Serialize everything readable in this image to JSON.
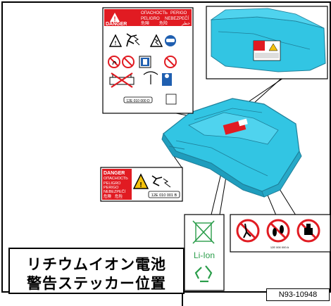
{
  "figure": {
    "reference_code": "N93-10948",
    "caption_line_1": "リチウムイオン電池",
    "caption_line_2": "警告ステッカー位置"
  },
  "big_label": {
    "danger_word": "DANGER",
    "ru_word": "ОПАСНОСТЬ",
    "pt_word": "PERIGO",
    "es_word": "PELIGRO",
    "de_word": "NEBEZPEČÍ",
    "jp_word": "危険",
    "cn_word": "危险",
    "ar_word": "خطر",
    "part_number": "12E 010 000 D"
  },
  "small_label": {
    "danger_word": "DANGER",
    "ru_word": "ОПАСНОСТЬ",
    "es_word": "PELIGRO",
    "pt_word": "PERIGO",
    "de_word": "NEBEZPEČÍ",
    "jp_word": "危険",
    "cn_word": "危险",
    "part_number": "12E 010 001 B"
  },
  "recycle_label": {
    "text": "Li-Ion"
  },
  "prohibition_label": {
    "part_number": "12E 000 000 A"
  },
  "colors": {
    "battery_cyan": "#32c5e3",
    "battery_dark": "#1f9dbd",
    "danger_red": "#e11b22",
    "recycle_green": "#2a9d4a"
  }
}
